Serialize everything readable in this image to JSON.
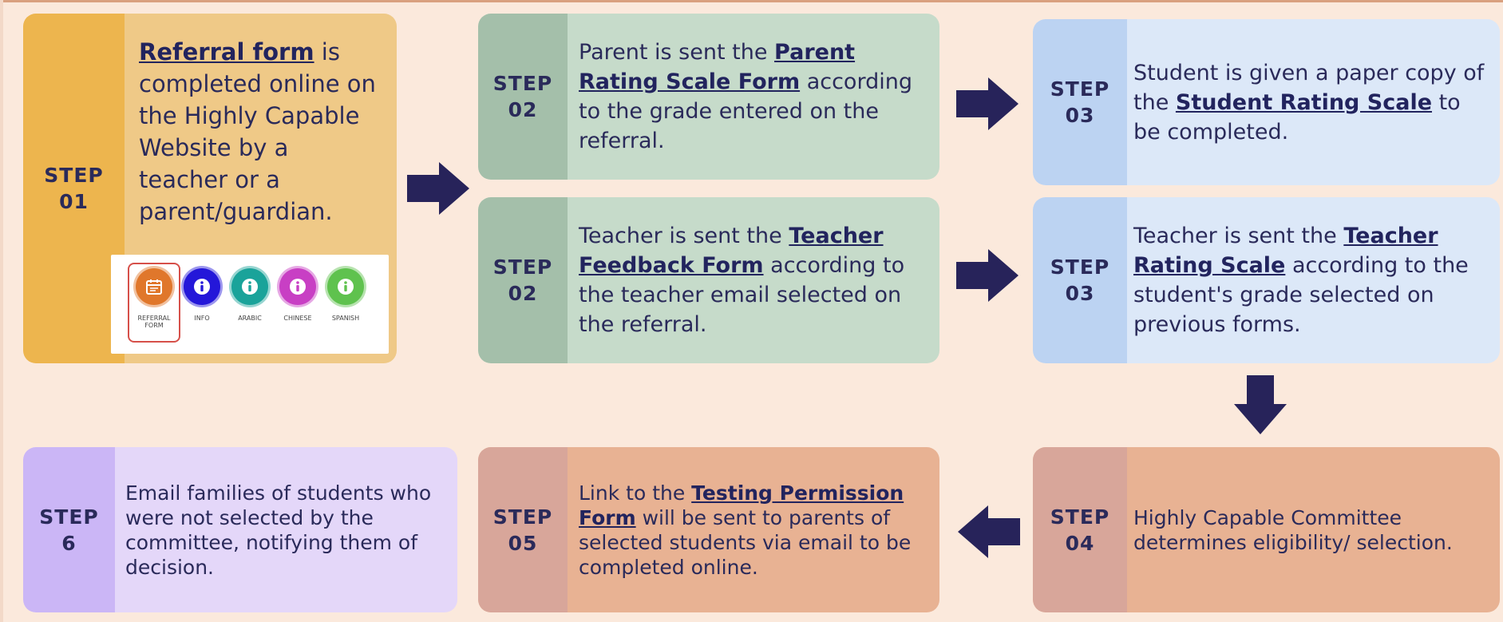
{
  "step_word": "STEP",
  "steps": {
    "s1": {
      "num": "01",
      "link": "Referral form",
      "text": " is completed  online on the Highly Capable Website by a teacher or a parent/guardian."
    },
    "s2a": {
      "num": "02",
      "pre": "Parent is sent the ",
      "link": "Parent Rating Scale Form",
      "post": " according to the grade entered on the referral."
    },
    "s2b": {
      "num": "02",
      "pre": "Teacher is sent the ",
      "link": "Teacher Feedback Form",
      "post": " according to the teacher email selected on the referral."
    },
    "s3a": {
      "num": "03",
      "pre": "Student is given a paper copy of the ",
      "link": "Student Rating Scale",
      "post": " to be completed."
    },
    "s3b": {
      "num": "03",
      "pre": "Teacher is sent the ",
      "link": "Teacher Rating Scale",
      "post": " according to the student's grade selected on previous forms."
    },
    "s4": {
      "num": "04",
      "text": "Highly Capable Committee determines eligibility/ selection."
    },
    "s5": {
      "num": "05",
      "pre": "Link to the ",
      "link": "Testing Permission Form",
      "post": " will be sent to parents of selected students via email to be completed online."
    },
    "s6": {
      "num": "6",
      "text": "Email families of students who were not selected by the committee, notifying them of decision."
    }
  },
  "link_buttons": [
    {
      "label": "REFERRAL FORM",
      "color": "#e0772b",
      "icon": "calendar-form-icon"
    },
    {
      "label": "INFO",
      "color": "#2417d9",
      "icon": "info-icon"
    },
    {
      "label": "ARABIC",
      "color": "#1aa39a",
      "icon": "info-icon"
    },
    {
      "label": "CHINESE",
      "color": "#c83fc4",
      "icon": "info-icon"
    },
    {
      "label": "SPANISH",
      "color": "#5fc24e",
      "icon": "info-icon"
    }
  ],
  "colors": {
    "arrow": "#27235a",
    "text": "#2a2a5a",
    "background": "#fbe9dc"
  }
}
